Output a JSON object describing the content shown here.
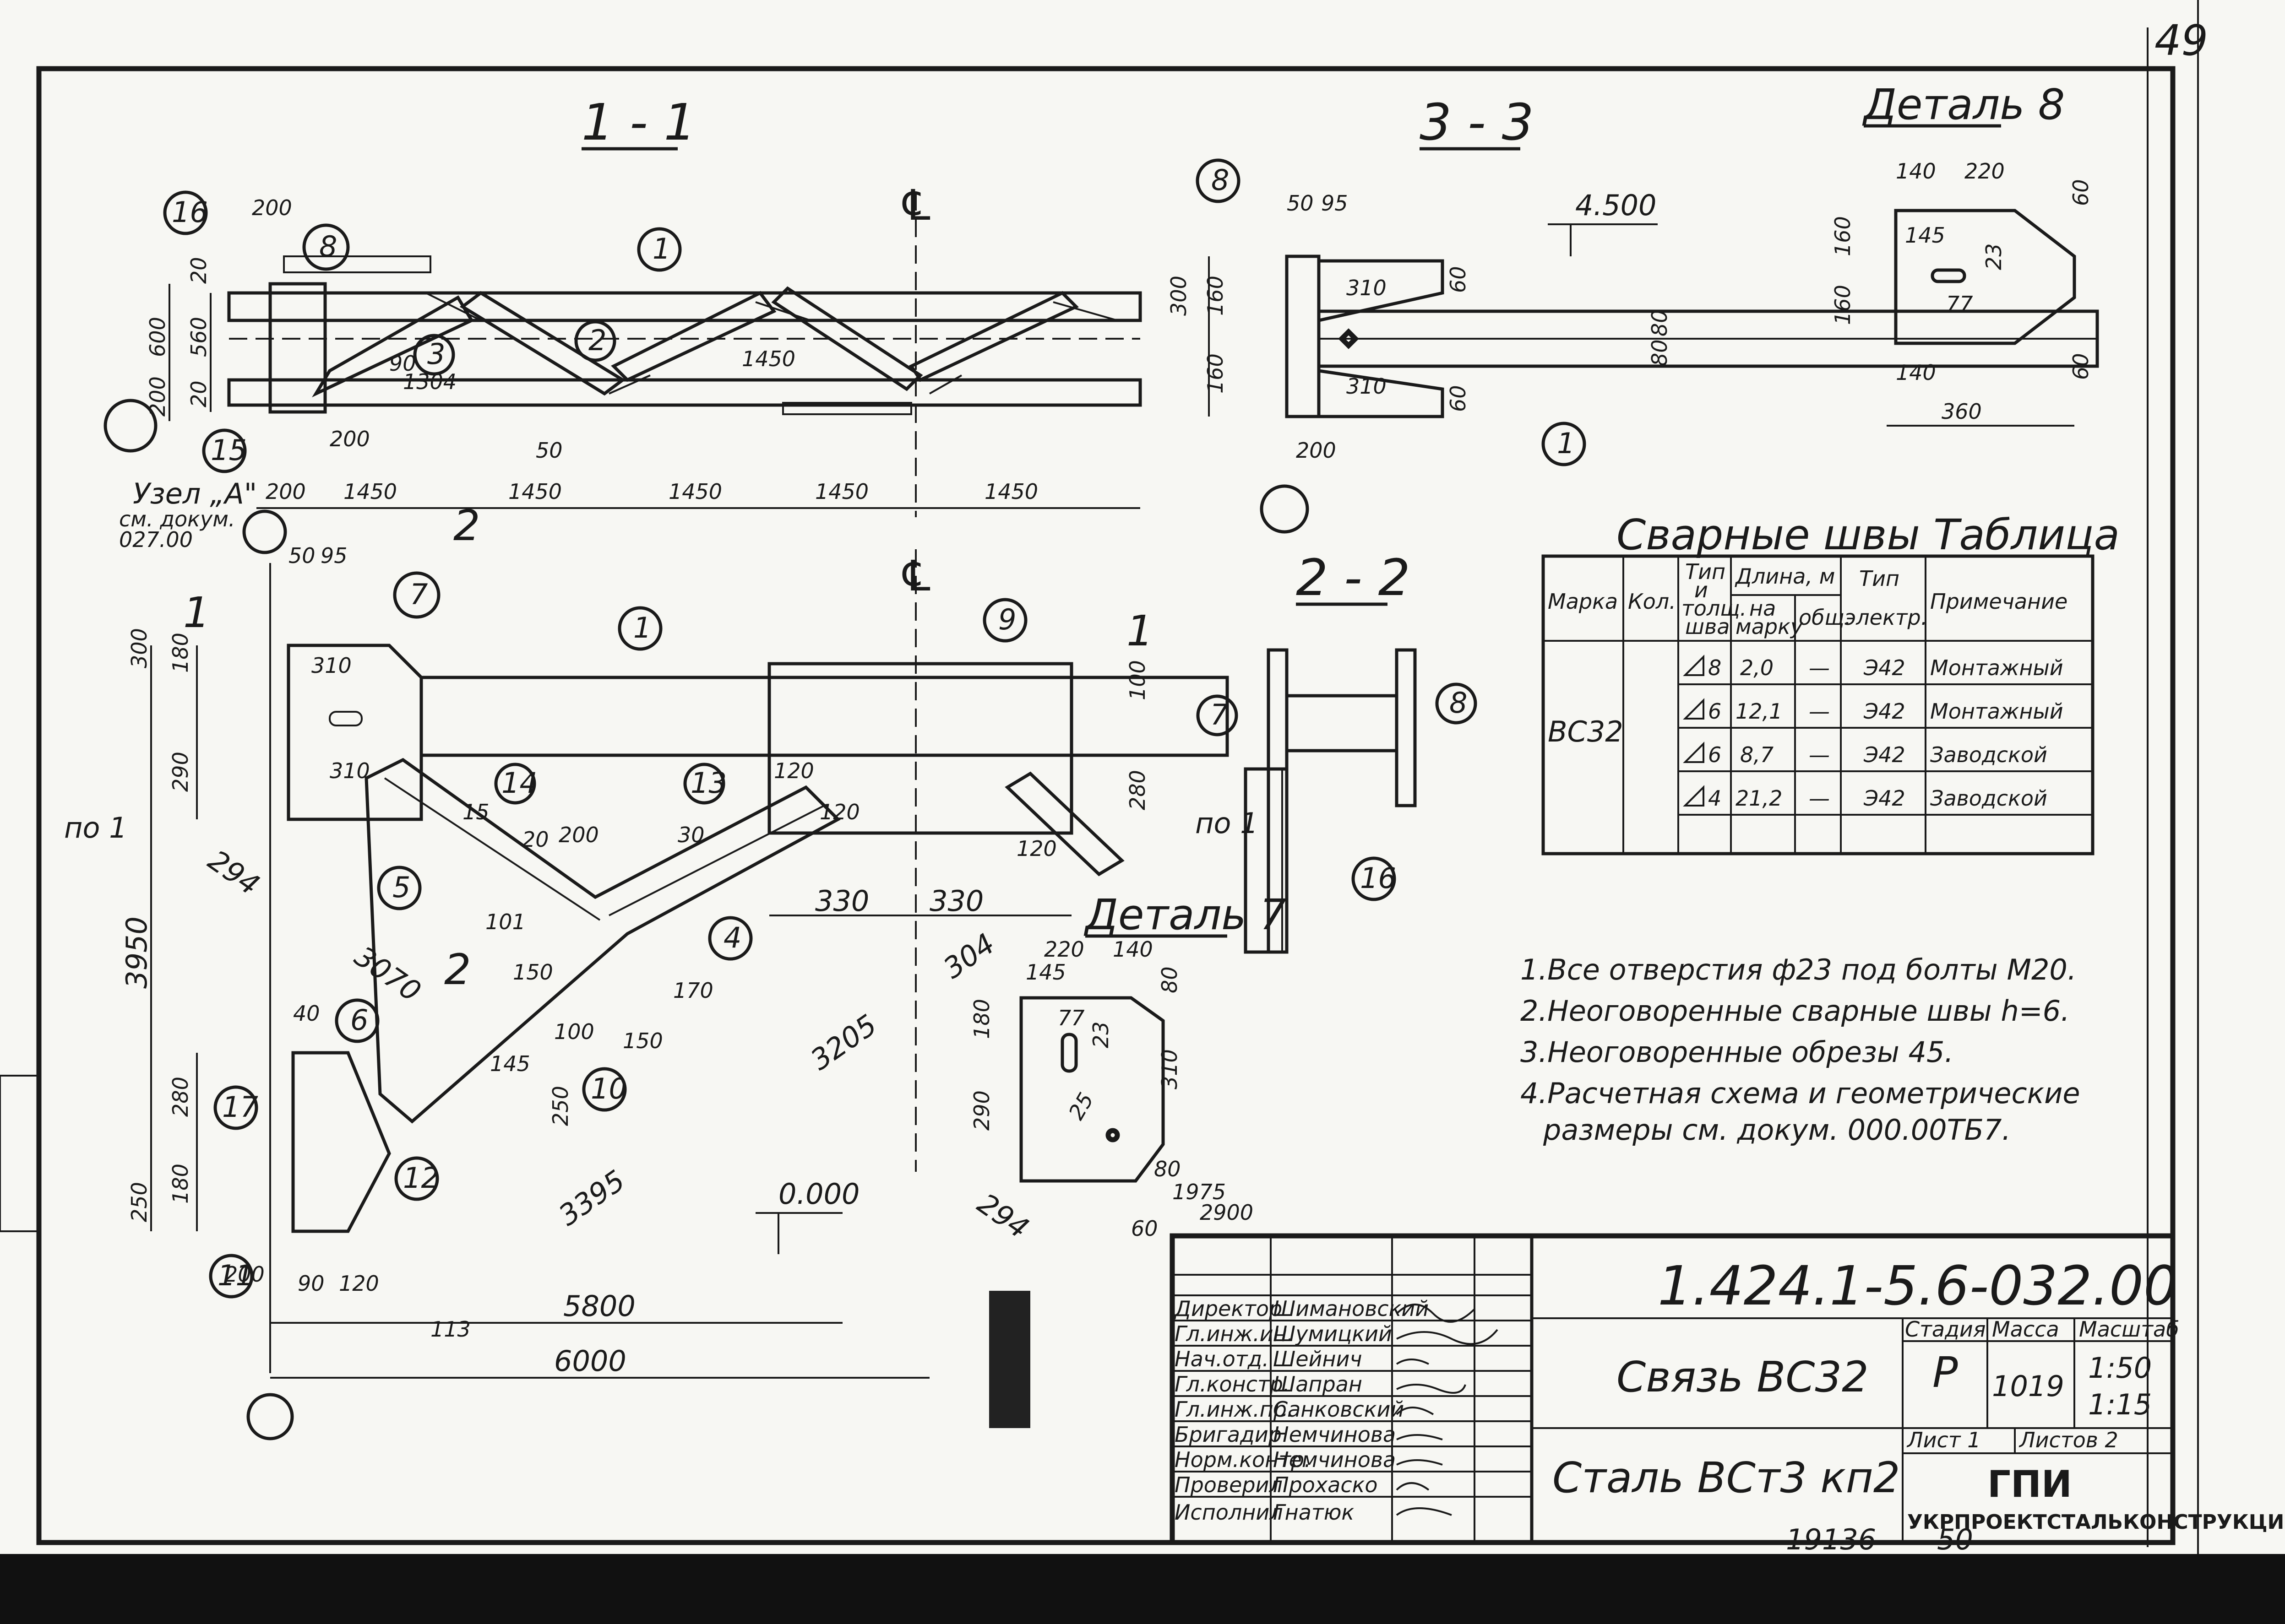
{
  "sheet": {
    "number": "49",
    "footer_left": "19136",
    "footer_right": "50"
  },
  "sections": {
    "s11": "1 - 1",
    "s33": "3 - 3",
    "s22": "2 - 2",
    "det8": "Деталь 8",
    "det7": "Деталь 7",
    "uzel": "Узел „А\"",
    "uzel_ref1": "см. докум.",
    "uzel_ref2": "027.00"
  },
  "dims_11": {
    "top200": "200",
    "h20a": "20",
    "h600": "600",
    "h560": "560",
    "h20b": "20",
    "h200": "200",
    "d200b": "200",
    "bottom": [
      "200",
      "1450",
      "1450",
      "1450",
      "1450",
      "1450"
    ],
    "fifty": "50",
    "n1450": "1450",
    "n1304": "1304",
    "n90": "90"
  },
  "dims_33": {
    "d50": "50",
    "d95": "95",
    "level": "4.500",
    "h300": "300",
    "h160a": "160",
    "h160b": "160",
    "p310a": "310",
    "p310b": "310",
    "p60a": "60",
    "p60b": "60",
    "p80a": "80",
    "p80b": "80",
    "d200": "200"
  },
  "dims_det8": {
    "w140": "140",
    "w220": "220",
    "w145": "145",
    "h23": "23",
    "w77": "77",
    "h160a": "160",
    "h160b": "160",
    "h60a": "60",
    "h60b": "60",
    "w140b": "140",
    "w360": "360"
  },
  "dims_plan": {
    "d50": "50",
    "d95": "95",
    "h300": "300",
    "h180": "180",
    "h290": "290",
    "h3950": "3950",
    "h280": "280",
    "h180b": "180",
    "h250": "250",
    "p310a": "310",
    "p310b": "310",
    "h100": "100",
    "h280r": "280",
    "p120a": "120",
    "p120b": "120",
    "p120c": "120",
    "d294": "294",
    "d3070": "3070",
    "d3205": "3205",
    "d304": "304",
    "d330a": "330",
    "d330b": "330",
    "d3395": "3395",
    "d200": "200",
    "d150": "150",
    "d170": "170",
    "d250": "250",
    "d145": "145",
    "d40": "40",
    "d90": "90",
    "d120": "120",
    "d200b": "200",
    "d113": "113",
    "d5800": "5800",
    "d6000": "6000",
    "lvl0": "0.000",
    "d15": "15",
    "d20": "20",
    "d30": "30",
    "d101": "101",
    "d150b": "150",
    "d100": "100"
  },
  "dims_det7": {
    "w220": "220",
    "w140": "140",
    "w145": "145",
    "w77": "77",
    "h23": "23",
    "h80": "80",
    "h180": "180",
    "h290": "290",
    "h310": "310",
    "d25": "25",
    "h80b": "80",
    "d60": "60",
    "d294": "294",
    "d1975": "1975",
    "d2900": "2900"
  },
  "callouts": [
    "1",
    "2",
    "3",
    "4",
    "5",
    "6",
    "7",
    "8",
    "9",
    "10",
    "11",
    "12",
    "13",
    "14",
    "15",
    "16",
    "17"
  ],
  "cut_marks": {
    "c1": "1",
    "c2": "2",
    "po1": "по 1"
  },
  "weld_table": {
    "title": "Сварные швы  Таблица",
    "headers": {
      "marka": "Марка",
      "kol": "Кол.",
      "tip1": "Тип",
      "tip2": "и",
      "tip3": "толщ.",
      "tip4": "шва",
      "dlina": "Длина, м",
      "na1": "на",
      "na2": "марку",
      "obsh": "общ.",
      "el1": "Тип",
      "el2": "электр.",
      "prim": "Примечание"
    },
    "mark": "ВС32",
    "rows": [
      {
        "type": "8",
        "len": "2,0",
        "total": "—",
        "electrode": "Э42",
        "note": "Монтажный"
      },
      {
        "type": "6",
        "len": "12,1",
        "total": "—",
        "electrode": "Э42",
        "note": "Монтажный"
      },
      {
        "type": "6",
        "len": "8,7",
        "total": "—",
        "electrode": "Э42",
        "note": "Заводской"
      },
      {
        "type": "4",
        "len": "21,2",
        "total": "—",
        "electrode": "Э42",
        "note": "Заводской"
      }
    ]
  },
  "notes": [
    "1.Все отверстия ф23 под болты М20.",
    "2.Неоговоренные сварные швы h=6.",
    "3.Неоговоренные обрезы 45.",
    "4.Расчетная схема и геометрические",
    "размеры см. докум. 000.00ТБ7."
  ],
  "title_block": {
    "code": "1.424.1-5.6-032.00",
    "name": "Связь ВС32",
    "material": "Сталь ВСт3 кп2",
    "stage_h": "Стадия",
    "mass_h": "Масса",
    "scale_h": "Масштаб",
    "stage": "Р",
    "mass": "1019",
    "scale1": "1:50",
    "scale2": "1:15",
    "sheet": "Лист 1",
    "sheets": "Листов 2",
    "org1": "ГПИ",
    "org2": "УКРПРОЕКТСТАЛЬКОНСТРУКЦИЯ",
    "staff": [
      {
        "role": "Директор",
        "name": "Шимановский"
      },
      {
        "role": "Гл.инж.ин.",
        "name": "Шумицкий"
      },
      {
        "role": "Нач.отд.",
        "name": "Шейнич"
      },
      {
        "role": "Гл.констр.",
        "name": "Шапран"
      },
      {
        "role": "Гл.инж.пр.",
        "name": "Санковский"
      },
      {
        "role": "Бригадир",
        "name": "Немчинова"
      },
      {
        "role": "Норм.контр.",
        "name": "Немчинова"
      },
      {
        "role": "Проверил",
        "name": "Прохаско"
      },
      {
        "role": "Исполнил",
        "name": "Гнатюк"
      }
    ]
  }
}
